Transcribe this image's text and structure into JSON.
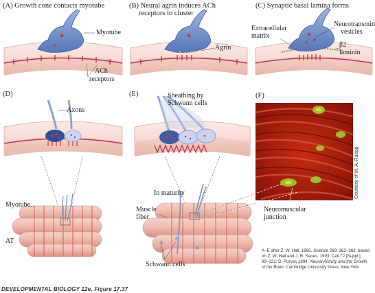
{
  "panels": {
    "a": {
      "title": "(A) Growth cone contacts myotube",
      "myotube": "Myotube",
      "ach": "ACh",
      "receptors": "receptors"
    },
    "b": {
      "title": "(B) Neural agrin induces ACh",
      "title2": "receptors to cluster",
      "agrin": "Agrin"
    },
    "c": {
      "title": "(C) Synaptic basal lamina forms",
      "extracellular": "Extracellular",
      "matrix": "matrix",
      "neurotransmitter": "Neurotransmitter",
      "vesicles": "vesicles",
      "b2": "β2",
      "laminin": "laminin"
    },
    "d": {
      "title": "(D)",
      "axons": "Axons",
      "myotube": "Myotube",
      "at": "AT"
    },
    "e": {
      "title": "(E)",
      "sheathing": "Sheathing by",
      "schwann": "Schwann cells",
      "maturity": "In maturity",
      "muscle": "Muscle",
      "fiber": "fiber",
      "schwann_cells": "Schwann cells"
    },
    "f": {
      "title": "(F)",
      "neuromuscular": "Neuromuscular",
      "junction": "junction",
      "courtesy": "Courtesy of M. A. Ruegg"
    }
  },
  "credit": {
    "line1": "A–E after Z. W. Hall. 1995.",
    "sci": "Science",
    "line1b": "269: 362–363, based",
    "line2": "on Z. W. Hall and J. R. Sanes. 1993. Cell 72 [Suppl.]:",
    "line3": "99–121; D. Purves 1994.",
    "book": "Neural Activity and the Growth",
    "line4a": "of the Brain.",
    "line4b": "Cambridge University Press: New York"
  },
  "footer": "DEVELOPMENTAL BIOLOGY 12e, Figure 17.37",
  "colors": {
    "muscle_top": "#f3d8d2",
    "muscle_side": "#f0c0b8",
    "membrane": "#c0304a",
    "neuron": "#6f8fc8",
    "neuron_dark": "#3d5ea8",
    "photo_bg": "#b41a0c",
    "photo_green": "#9ad02a"
  }
}
